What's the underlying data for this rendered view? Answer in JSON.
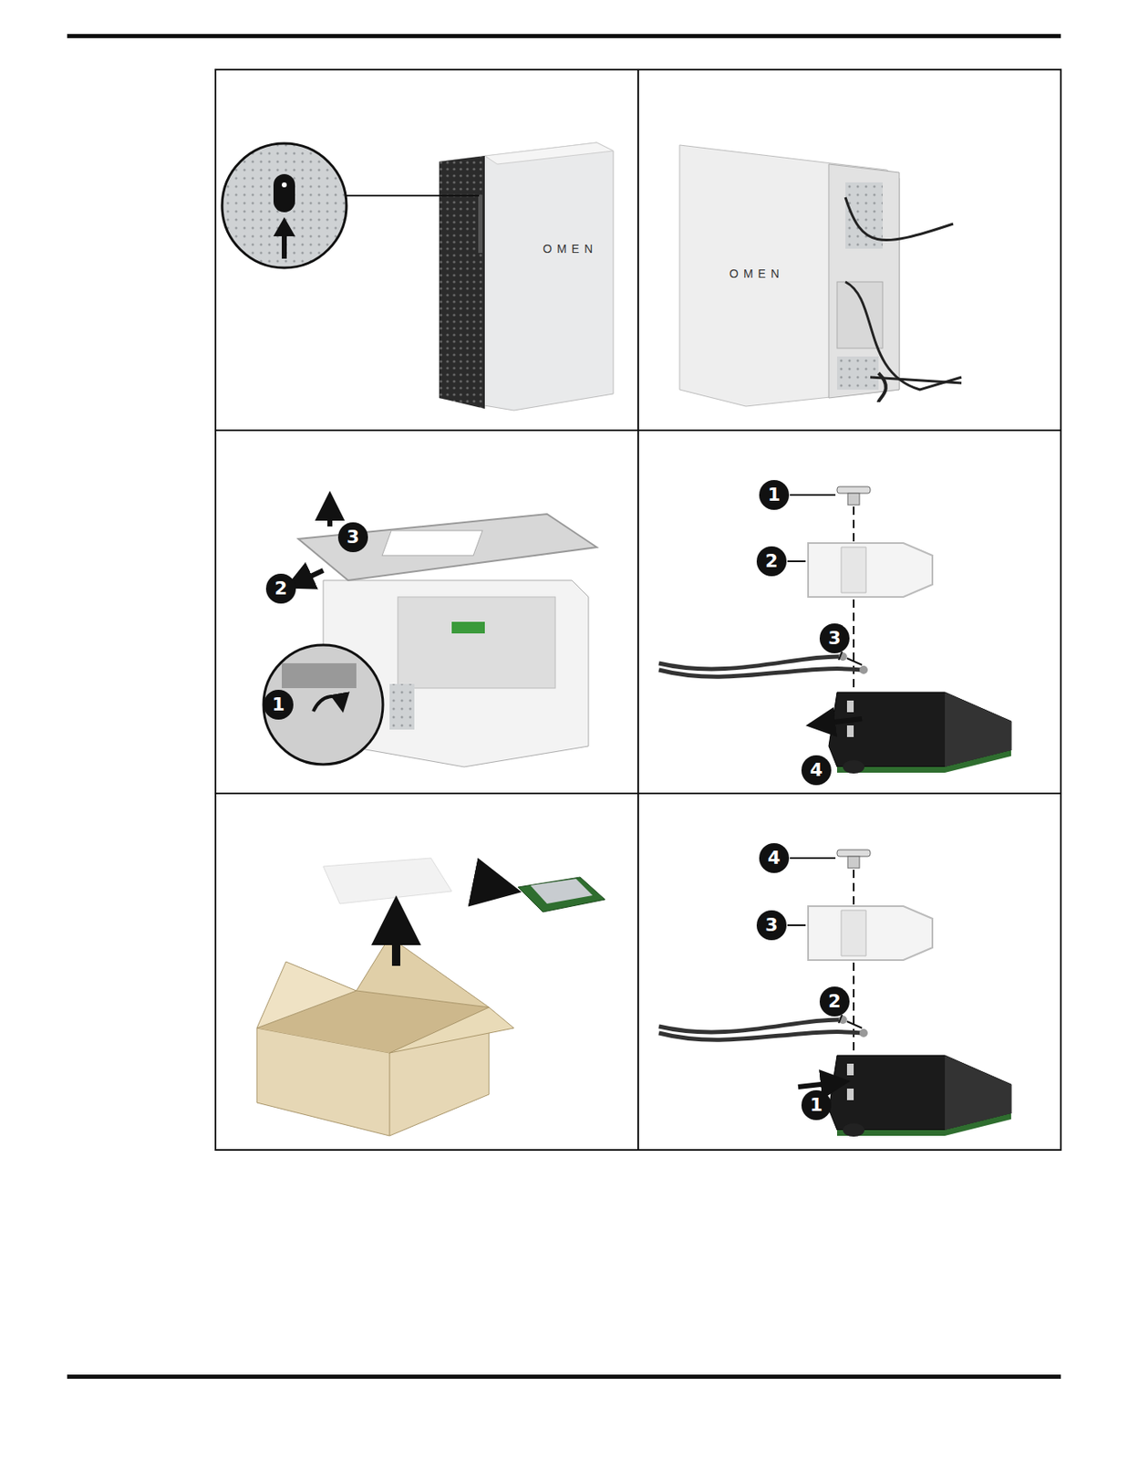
{
  "diagram": {
    "labels": [
      "3",
      "2",
      "1",
      "1",
      "2",
      "3",
      "4",
      "4",
      "3",
      "2",
      "1"
    ]
  }
}
